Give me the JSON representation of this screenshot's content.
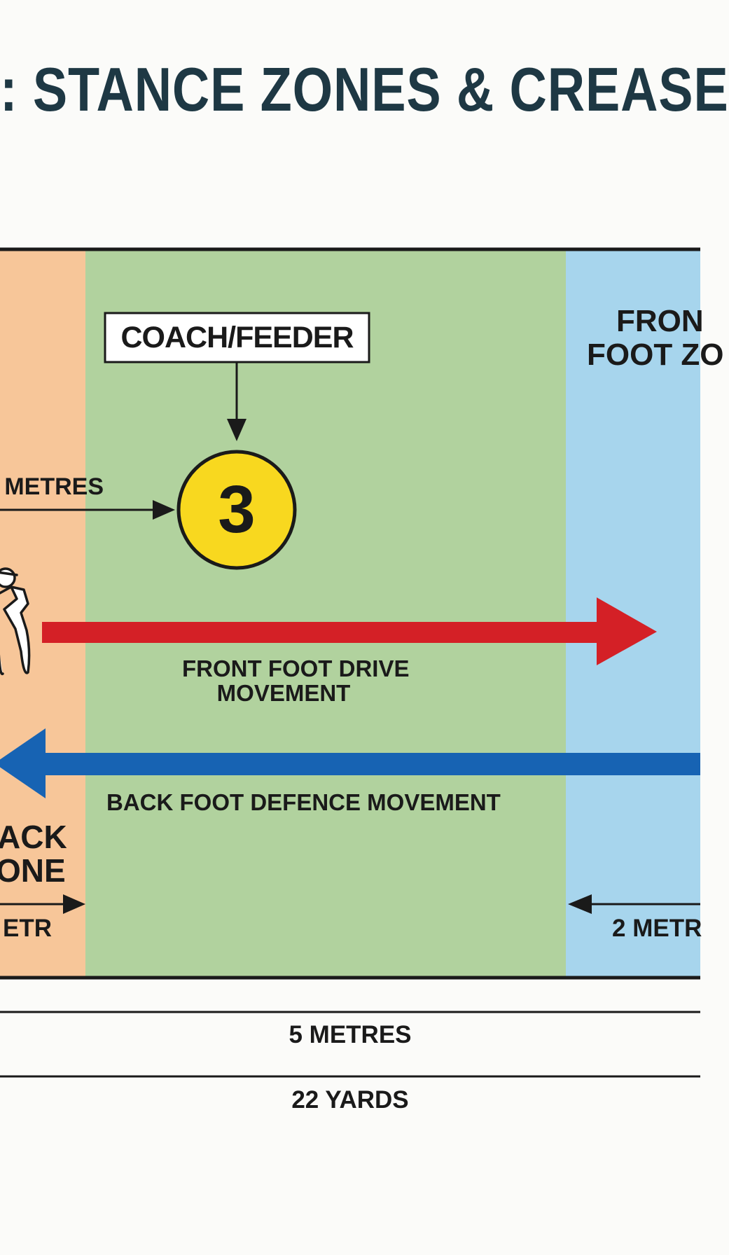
{
  "title": ": STANCE ZONES & CREASE",
  "coach_label": "COACH/FEEDER",
  "feeder_number": "3",
  "feeder_distance_label": "5 METRES",
  "front_zone_label_line1": "FRON",
  "front_zone_label_line2": "FOOT ZO",
  "back_zone_label_line1": "ACK",
  "back_zone_label_line2": "ONE",
  "back_zone_distance_label": "ETR",
  "front_zone_distance_label": "2 METR",
  "front_movement_line1": "FRONT FOOT DRIVE",
  "front_movement_line2": "MOVEMENT",
  "back_movement_label": "BACK FOOT DEFENCE MOVEMENT",
  "measure_5m": "5 METRES",
  "measure_22yd": "22 YARDS",
  "colors": {
    "back_zone": "#f7c699",
    "middle_zone": "#b1d29e",
    "front_zone": "#a7d5ed",
    "front_arrow": "#d42026",
    "back_arrow": "#1763b3",
    "feeder_circle": "#f8d81f",
    "title": "#1e3844"
  }
}
